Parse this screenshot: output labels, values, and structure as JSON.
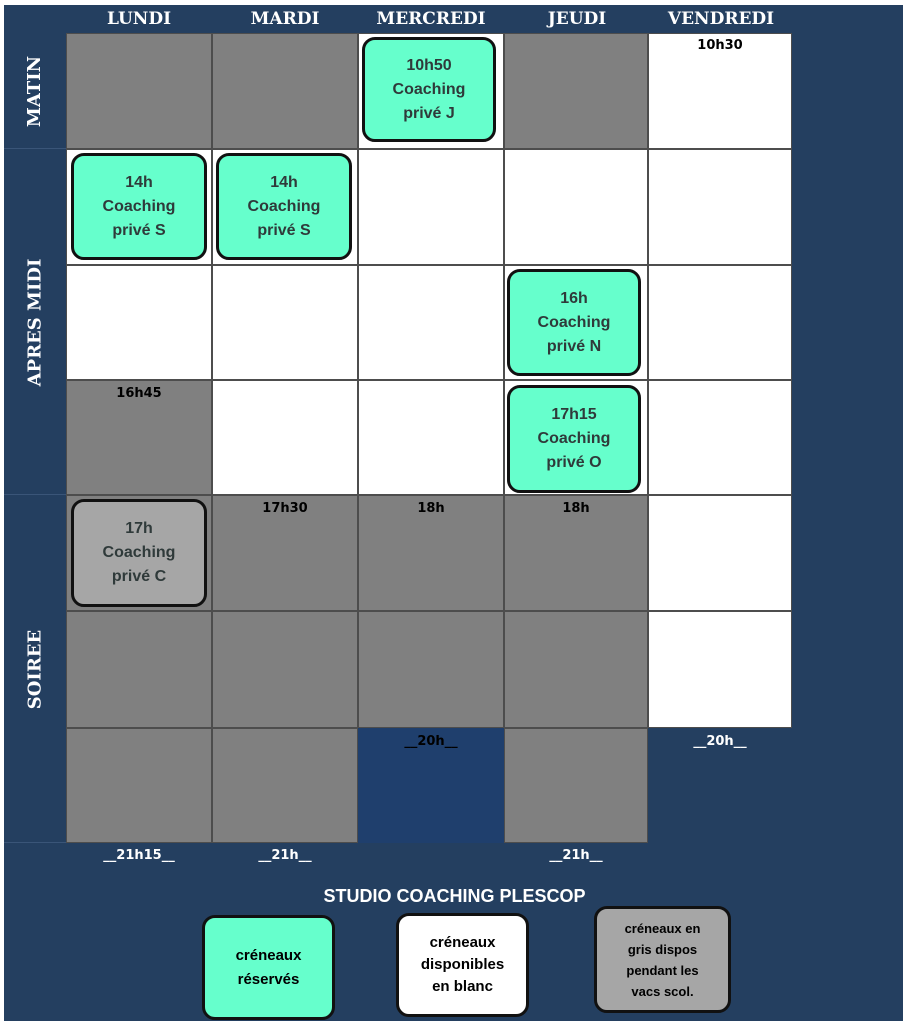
{
  "days": [
    "LUNDI",
    "MARDI",
    "MERCREDI",
    "JEUDI",
    "VENDREDI"
  ],
  "periods": {
    "morning": "MATIN",
    "afternoon": "APRES MIDI",
    "evening": "SOIREE"
  },
  "bookings": [
    {
      "time": "10h50",
      "title": "Coaching",
      "client": "privé J"
    },
    {
      "time": "14h",
      "title": "Coaching",
      "client": "privé S"
    },
    {
      "time": "14h",
      "title": "Coaching",
      "client": "privé S"
    },
    {
      "time": "16h",
      "title": "Coaching",
      "client": "privé N"
    },
    {
      "time": "17h15",
      "title": "Coaching",
      "client": "privé O"
    },
    {
      "time": "17h",
      "title": "Coaching",
      "client": "privé C"
    }
  ],
  "time_labels": {
    "vendredi_morning": "10h30",
    "lundi_1645": "16h45",
    "mardi_1730": "17h30",
    "mercredi_18": "18h",
    "jeudi_18": "18h",
    "mercredi_20": "__20h__",
    "vendredi_20": "__20h__",
    "lundi_end": "__21h15__",
    "mardi_end": "__21h__",
    "jeudi_end": "__21h__"
  },
  "studio_title": "STUDIO COACHING PLESCOP",
  "legend": {
    "reserved": [
      "créneaux",
      "réservés"
    ],
    "available": [
      "créneaux",
      "disponibles",
      "en blanc"
    ],
    "holidays": [
      "créneaux en",
      "gris dispos",
      "pendant les",
      "vacs scol."
    ]
  },
  "colors": {
    "frame": "#243f60",
    "reserved": "#66ffcc",
    "unavailable": "#808080",
    "available": "#ffffff",
    "holidays": "#a6a6a6"
  }
}
